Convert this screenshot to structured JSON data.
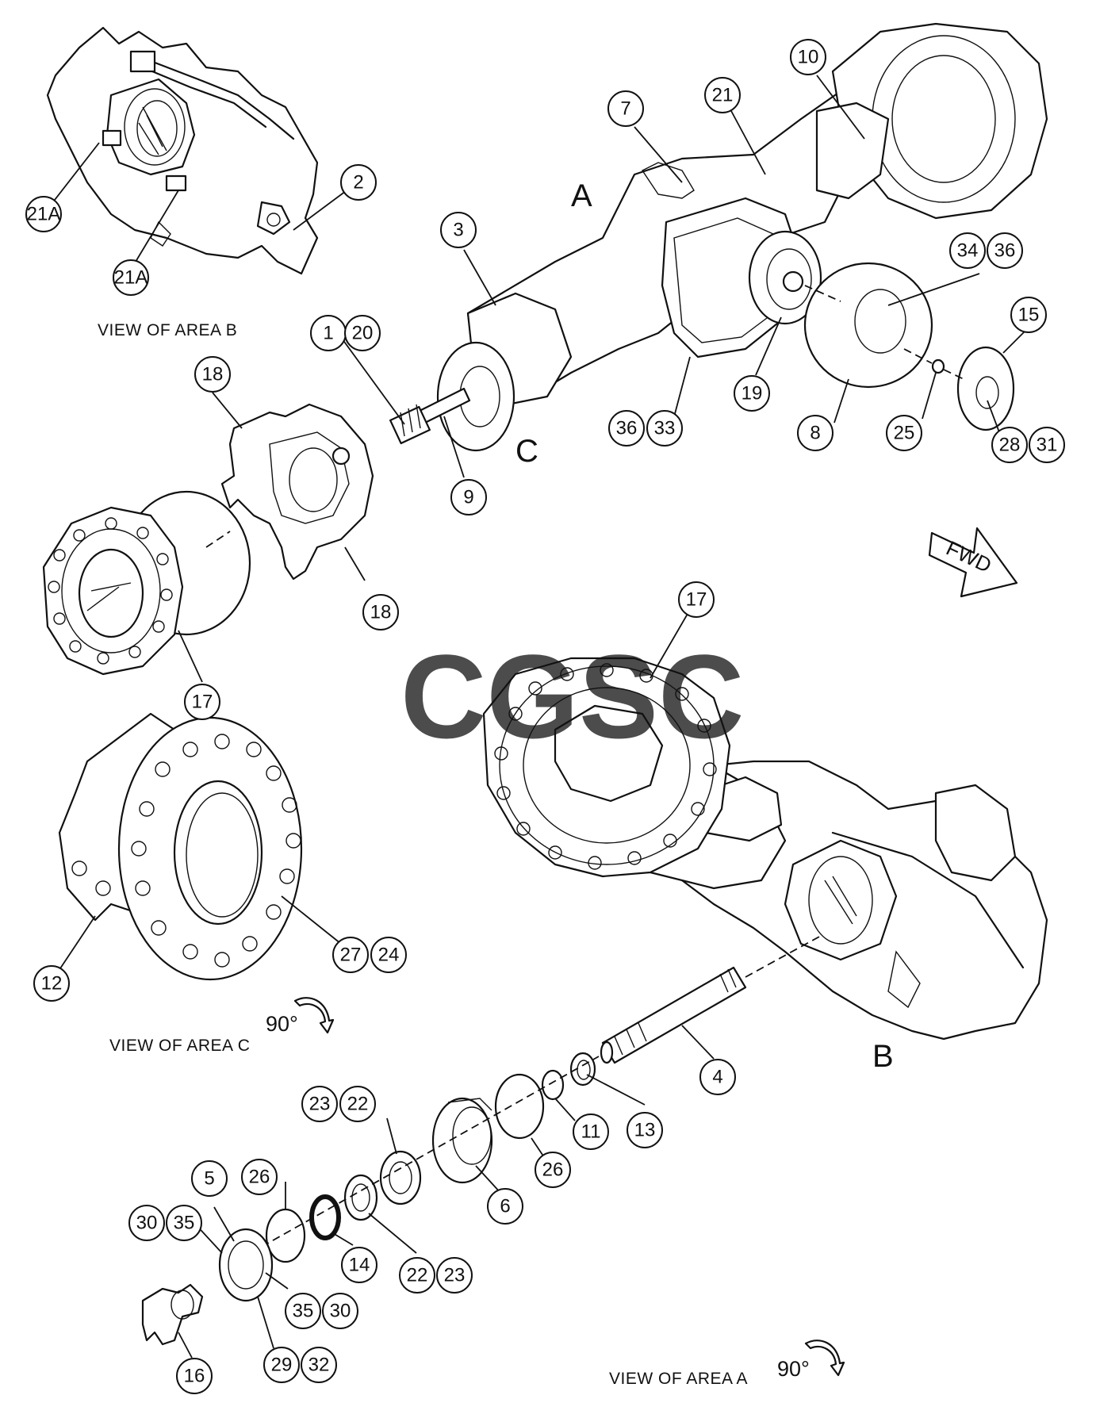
{
  "callouts": {
    "c1": "1",
    "c2": "2",
    "c3": "3",
    "c4": "4",
    "c5": "5",
    "c6": "6",
    "c7": "7",
    "c8": "8",
    "c9": "9",
    "c10": "10",
    "c11": "11",
    "c12": "12",
    "c13": "13",
    "c14": "14",
    "c15": "15",
    "c16": "16",
    "c17": "17",
    "c18": "18",
    "c19": "19",
    "c20": "20",
    "c21": "21",
    "c21a": "21A",
    "c22": "22",
    "c23": "23",
    "c24": "24",
    "c25": "25",
    "c26": "26",
    "c27": "27",
    "c28": "28",
    "c29": "29",
    "c30": "30",
    "c31": "31",
    "c32": "32",
    "c33": "33",
    "c34": "34",
    "c35": "35",
    "c36": "36"
  },
  "area_letters": {
    "a": "A",
    "b": "B",
    "c": "C"
  },
  "view_labels": {
    "area_b": "VIEW OF AREA  B",
    "area_c": "VIEW OF AREA  C",
    "area_a": "VIEW OF AREA  A"
  },
  "rotation_labels": {
    "view_c": "90°",
    "view_a": "90°"
  },
  "fwd_label": "FWD",
  "watermark": "CGSC"
}
